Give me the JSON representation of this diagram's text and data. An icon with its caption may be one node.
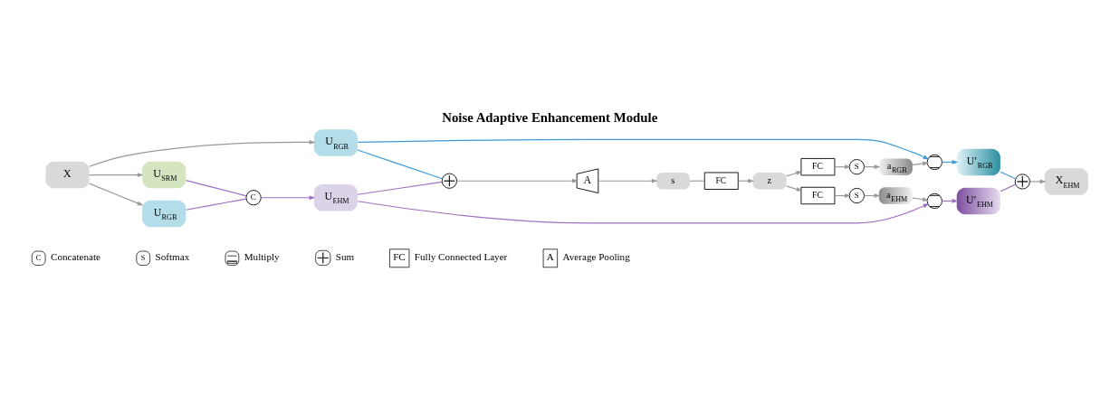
{
  "diagram": {
    "title": "Noise Adaptive Enhancement Module",
    "nodes": [
      {
        "text": [
          "X"
        ]
      },
      {
        "text": [
          "U$_{RGB}$"
        ]
      },
      {
        "text": [
          "U$_{RGB}$"
        ]
      },
      {
        "text": [
          "U$_{SRM}$"
        ]
      },
      {
        "text": [
          "C"
        ]
      },
      {
        "text": [
          "U$_{EHM}$"
        ]
      },
      {
        "text": [],
        "shape": "circle"
      },
      {
        "text": [
          "A"
        ]
      },
      {
        "text": [
          "s"
        ]
      },
      {
        "text": [
          "FC"
        ]
      },
      {
        "text": [
          "z"
        ]
      },
      {
        "text": [
          "FC"
        ]
      },
      {
        "text": [
          "S"
        ]
      },
      {
        "text": [
          "a$_{RGB}$"
        ]
      },
      {
        "text": [
          "FC"
        ]
      },
      {
        "text": [
          "S"
        ]
      },
      {
        "text": [
          "a$_{EHM}$"
        ]
      },
      {
        "text": [],
        "shape": "circle"
      },
      {
        "text": [
          "U′$_{RGB}$"
        ]
      },
      {
        "text": [],
        "shape": "circle"
      },
      {
        "text": [
          "U′$_{EHM}$"
        ]
      },
      {
        "text": [],
        "shape": "circle"
      },
      {
        "text": [
          "X$_{EHM}$"
        ]
      }
    ],
    "edges": [
      {
        "from": 0,
        "to": 1,
        "arrow": "to"
      },
      {
        "from": 0,
        "to": 2,
        "arrow": "to"
      },
      {
        "from": 0,
        "to": 3,
        "arrow": "to"
      },
      {
        "from": 2,
        "to": 4,
        "arrow": "none",
        "color": "#a070c0"
      },
      {
        "from": 3,
        "to": 4,
        "arrow": "none",
        "color": "#a070c0"
      },
      {
        "from": 4,
        "to": 5,
        "arrow": "to",
        "color": "#a070c0"
      },
      {
        "from": 1,
        "to": 17,
        "arrow": "to",
        "color": "#3f9ad6"
      },
      {
        "from": 1,
        "to": 6,
        "arrow": "none",
        "color": "#3f9ad6"
      },
      {
        "from": 5,
        "to": 6,
        "arrow": "none",
        "color": "#a070c0"
      },
      {
        "from": 5,
        "to": 19,
        "arrow": "to",
        "color": "#a070c0"
      },
      {
        "from": 6,
        "to": 7,
        "arrow": "to"
      },
      {
        "from": 7,
        "to": 8,
        "arrow": "to"
      },
      {
        "from": 8,
        "to": 9,
        "arrow": "none"
      },
      {
        "from": 9,
        "to": 10,
        "arrow": "to"
      },
      {
        "from": 10,
        "to": 11,
        "arrow": "to"
      },
      {
        "from": 10,
        "to": 14,
        "arrow": "to"
      },
      {
        "from": 11,
        "to": 12,
        "arrow": "to"
      },
      {
        "from": 12,
        "to": 13,
        "arrow": "to"
      },
      {
        "from": 13,
        "to": 17,
        "arrow": "to"
      },
      {
        "from": 14,
        "to": 15,
        "arrow": "to"
      },
      {
        "from": 15,
        "to": 16,
        "arrow": "to"
      },
      {
        "from": 16,
        "to": 19,
        "arrow": "to"
      },
      {
        "from": 17,
        "to": 18,
        "arrow": "to",
        "color": "#3f9ad6"
      },
      {
        "from": 19,
        "to": 20,
        "arrow": "to",
        "color": "#a070c0"
      },
      {
        "from": 18,
        "to": 21,
        "arrow": "none",
        "color": "#3f9ad6"
      },
      {
        "from": 20,
        "to": 21,
        "arrow": "none",
        "color": "#a070c0"
      },
      {
        "from": 21,
        "to": 22,
        "arrow": "to"
      }
    ],
    "labels": [
      "C",
      "S",
      "FC",
      "A"
    ],
    "legend": [
      {
        "text": "Concatenate"
      },
      {
        "text": "Softmax"
      },
      {
        "text": "Multiply"
      },
      {
        "text": "Sum"
      },
      {
        "text": "Fully Connected Layer"
      },
      {
        "text": "Average Pooling"
      }
    ]
  }
}
